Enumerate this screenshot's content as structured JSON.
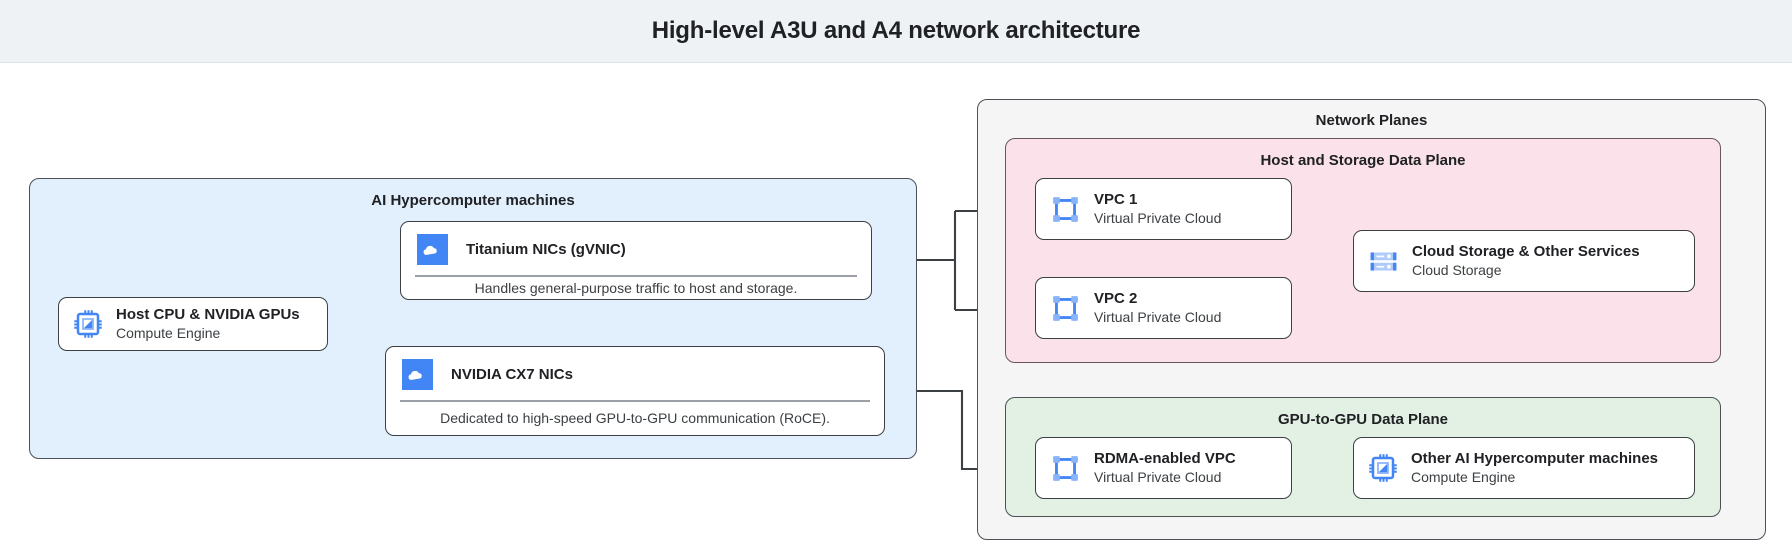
{
  "header": {
    "title": "High-level A3U and A4 network architecture"
  },
  "colors": {
    "header_bg": "#eef2f4",
    "machines_bg": "#e2effc",
    "planes_bg": "#f5f5f5",
    "host_plane_bg": "#fbe2ea",
    "gpu_plane_bg": "#e3f1e4",
    "icon_blue": "#4285f4",
    "icon_light_blue": "#8ab4f8",
    "stroke": "#3c4043"
  },
  "machines_group": {
    "title": "AI Hypercomputer machines",
    "host_cpu": {
      "title": "Host CPU & NVIDIA GPUs",
      "subtitle": "Compute Engine",
      "icon": "cpu-chip-icon"
    },
    "nics": [
      {
        "title": "Titanium NICs (gVNIC)",
        "description": "Handles general-purpose traffic to host and storage.",
        "icon": "cloud-icon"
      },
      {
        "title": "NVIDIA CX7 NICs",
        "description": "Dedicated to high-speed GPU-to-GPU communication (RoCE).",
        "icon": "cloud-icon"
      }
    ]
  },
  "network_planes": {
    "title": "Network Planes",
    "host_storage_plane": {
      "title": "Host and Storage Data Plane",
      "nodes": [
        {
          "title": "VPC 1",
          "subtitle": "Virtual Private Cloud",
          "icon": "vpc-icon"
        },
        {
          "title": "VPC 2",
          "subtitle": "Virtual Private Cloud",
          "icon": "vpc-icon"
        },
        {
          "title": "Cloud Storage & Other Services",
          "subtitle": "Cloud Storage",
          "icon": "storage-icon"
        }
      ]
    },
    "gpu_plane": {
      "title": "GPU-to-GPU Data Plane",
      "nodes": [
        {
          "title": "RDMA-enabled VPC",
          "subtitle": "Virtual Private Cloud",
          "icon": "vpc-icon"
        },
        {
          "title": "Other AI Hypercomputer machines",
          "subtitle": "Compute Engine",
          "icon": "cpu-chip-icon"
        }
      ]
    }
  }
}
